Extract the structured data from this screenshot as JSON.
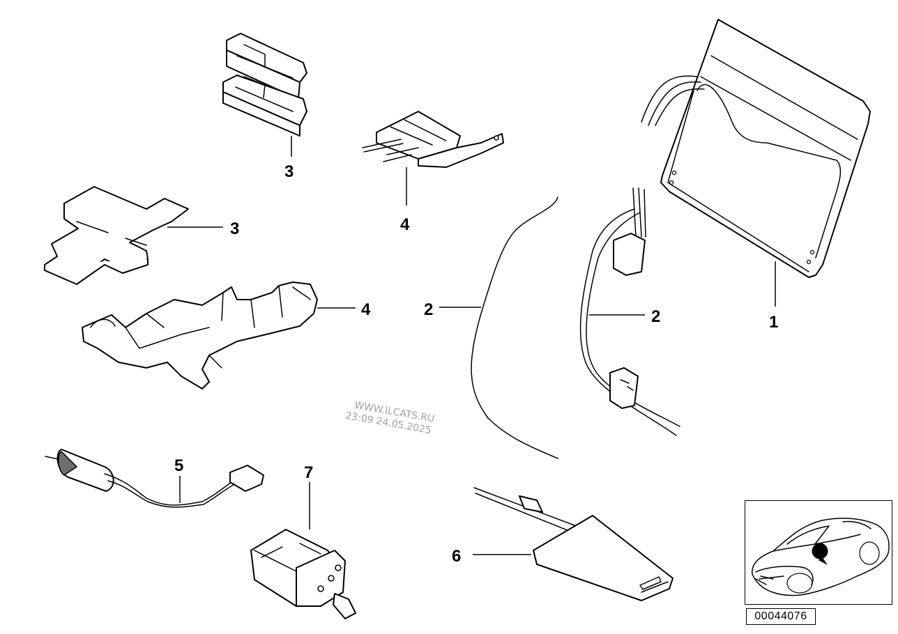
{
  "callouts": {
    "c1": "1",
    "c2a": "2",
    "c2b": "2",
    "c3a": "3",
    "c3b": "3",
    "c4a": "4",
    "c4b": "4",
    "c5": "5",
    "c6": "6",
    "c7": "7"
  },
  "watermark": {
    "line1": "WWW.ILCATS.RU",
    "line2": "23:09 24.05.2025"
  },
  "reference_number": "00044076",
  "icons": {
    "thumbnail": "car-location-thumbnail-icon",
    "marker_color": "#000000"
  }
}
